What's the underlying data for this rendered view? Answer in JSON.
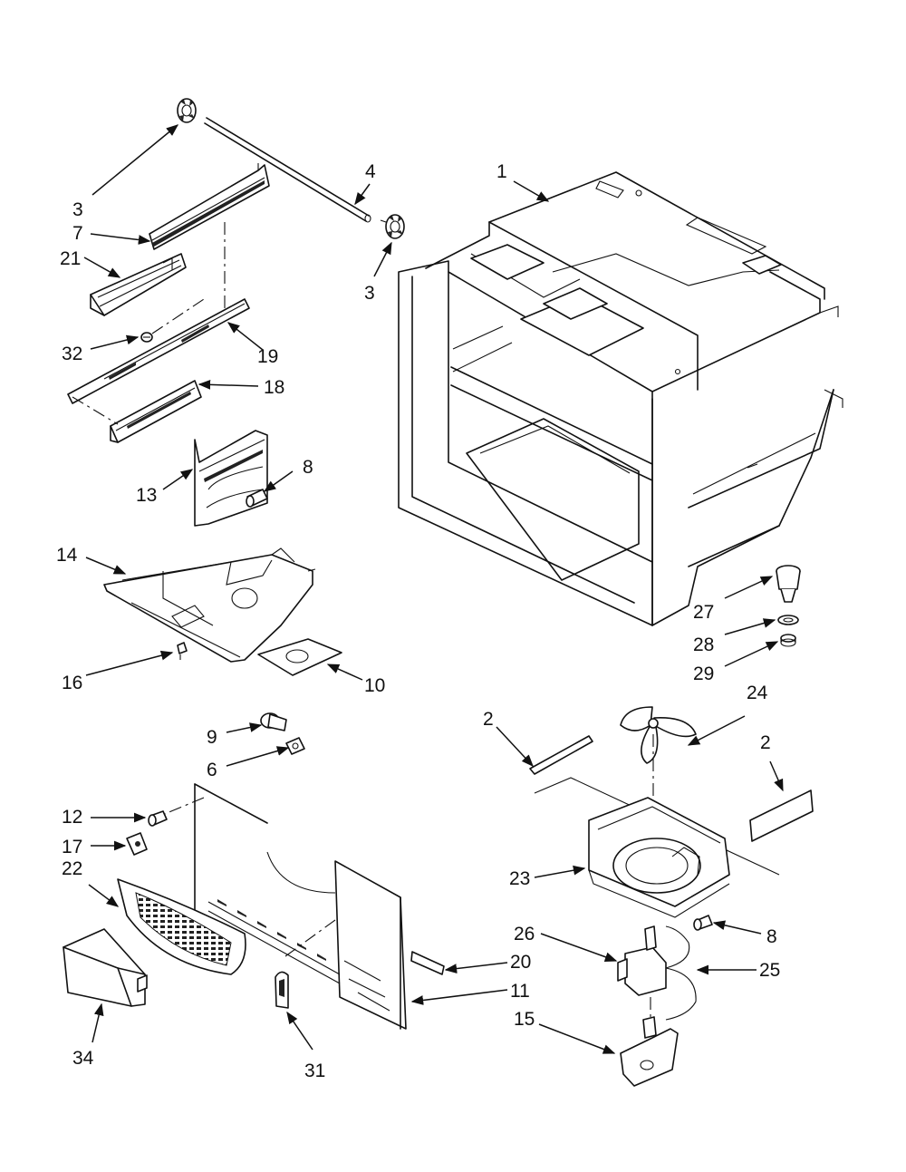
{
  "callouts": [
    {
      "id": "c1",
      "label": "1"
    },
    {
      "id": "c2a",
      "label": "2"
    },
    {
      "id": "c2b",
      "label": "2"
    },
    {
      "id": "c3a",
      "label": "3"
    },
    {
      "id": "c3b",
      "label": "3"
    },
    {
      "id": "c4",
      "label": "4"
    },
    {
      "id": "c6",
      "label": "6"
    },
    {
      "id": "c7",
      "label": "7"
    },
    {
      "id": "c8a",
      "label": "8"
    },
    {
      "id": "c8b",
      "label": "8"
    },
    {
      "id": "c9",
      "label": "9"
    },
    {
      "id": "c10",
      "label": "10"
    },
    {
      "id": "c11",
      "label": "11"
    },
    {
      "id": "c12",
      "label": "12"
    },
    {
      "id": "c13",
      "label": "13"
    },
    {
      "id": "c14",
      "label": "14"
    },
    {
      "id": "c15",
      "label": "15"
    },
    {
      "id": "c16",
      "label": "16"
    },
    {
      "id": "c17",
      "label": "17"
    },
    {
      "id": "c18",
      "label": "18"
    },
    {
      "id": "c19",
      "label": "19"
    },
    {
      "id": "c20",
      "label": "20"
    },
    {
      "id": "c21",
      "label": "21"
    },
    {
      "id": "c22",
      "label": "22"
    },
    {
      "id": "c23",
      "label": "23"
    },
    {
      "id": "c24",
      "label": "24"
    },
    {
      "id": "c25",
      "label": "25"
    },
    {
      "id": "c26",
      "label": "26"
    },
    {
      "id": "c27",
      "label": "27"
    },
    {
      "id": "c28",
      "label": "28"
    },
    {
      "id": "c29",
      "label": "29"
    },
    {
      "id": "c31",
      "label": "31"
    },
    {
      "id": "c32",
      "label": "32"
    },
    {
      "id": "c34",
      "label": "34"
    }
  ]
}
